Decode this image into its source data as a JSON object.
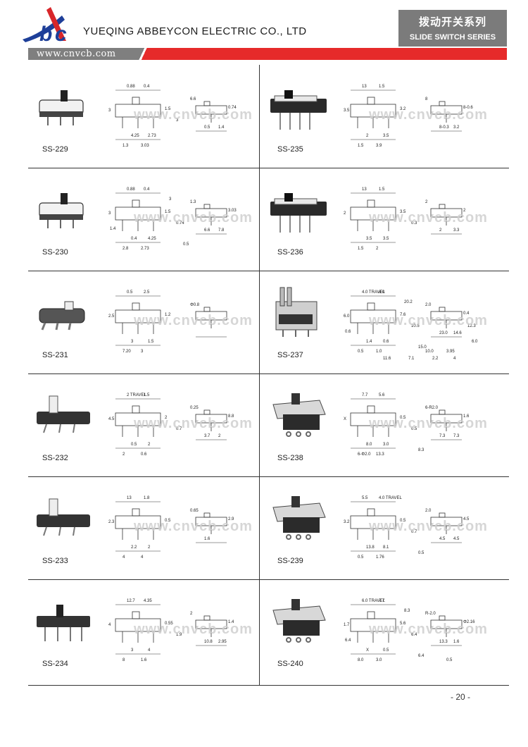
{
  "header": {
    "logo_text": "Abc",
    "company": "YUEQING ABBEYCON ELECTRIC CO., LTD",
    "series_cn": "拨动开关系列",
    "series_en": "SLIDE SWITCH SERIES",
    "website": "www.cnvcb.com"
  },
  "watermark": "www.cnvcb.com",
  "products": [
    {
      "id": "SS-229",
      "dims": [
        "0.88",
        "0.4",
        "3",
        "1.5",
        "4.25",
        "2.73",
        "1.3",
        "3.03",
        "6.6",
        "0.74",
        "0.5",
        "1.4",
        "3"
      ]
    },
    {
      "id": "SS-235",
      "dims": [
        "13",
        "1.5",
        "3.5",
        "3.2",
        "2",
        "3.5",
        "1.5",
        "3.9",
        "8",
        "8-0.6",
        "8-0.3",
        "3.2"
      ]
    },
    {
      "id": "SS-230",
      "dims": [
        "0.88",
        "0.4",
        "3",
        "1.5",
        "0.4",
        "4.25",
        "2.8",
        "2.73",
        "1.3",
        "3.03",
        "6.6",
        "7.8",
        "0.74",
        "0.5",
        "1.4",
        "3"
      ]
    },
    {
      "id": "SS-236",
      "dims": [
        "13",
        "1.5",
        "2",
        "3.5",
        "3.5",
        "3.5",
        "1.5",
        "2",
        "2",
        "2",
        "2",
        "3.3",
        "0.3"
      ]
    },
    {
      "id": "SS-231",
      "dims": [
        "0.5",
        "2.5",
        "2.5",
        "1.2",
        "3",
        "1.5",
        "7.20",
        "3",
        "Φ0.8"
      ]
    },
    {
      "id": "SS-237",
      "dims": [
        "4.0 TRAVEL",
        "8.0",
        "6.0",
        "7.6",
        "1.4",
        "0.6",
        "0.5",
        "1.0",
        "2.0",
        "0.4",
        "23.0",
        "14.6",
        "10.5",
        "15.0",
        "0.6",
        "20.2",
        "3.95",
        "12.3",
        "10.0",
        "6.0",
        "11.6",
        "7.1",
        "2.2",
        "4"
      ]
    },
    {
      "id": "SS-232",
      "dims": [
        "2 TRAVEL",
        "1.5",
        "4.5",
        "2",
        "0.5",
        "2",
        "2",
        "0.6",
        "0.25",
        "8.8",
        "3.7",
        "2",
        "0.7"
      ]
    },
    {
      "id": "SS-238",
      "dims": [
        "7.7",
        "5.6",
        "X",
        "0.5",
        "8.0",
        "3.0",
        "6-Φ2.0",
        "13.3",
        "6-R2.0",
        "1.6",
        "7.3",
        "7.3",
        "0.5",
        "8.3"
      ]
    },
    {
      "id": "SS-233",
      "dims": [
        "13",
        "1.8",
        "2.3",
        "0.5",
        "2.2",
        "2",
        "4",
        "4",
        "0.65",
        "2.9",
        "1.6"
      ]
    },
    {
      "id": "SS-239",
      "dims": [
        "5.5",
        "4.0 TRAVEL",
        "3.2",
        "0.5",
        "13.8",
        "8.1",
        "0.5",
        "1.76",
        "2.0",
        "4.5",
        "4.5",
        "4.5",
        "0.7",
        "0.5"
      ]
    },
    {
      "id": "SS-234",
      "dims": [
        "12.7",
        "4.35",
        "4",
        "0.55",
        "3",
        "4",
        "8",
        "1.6",
        "2",
        "1.4",
        "10.8",
        "2.95",
        "1.9"
      ]
    },
    {
      "id": "SS-240",
      "dims": [
        "6.0 TRAVEL",
        "7.7",
        "1.7",
        "5.6",
        "X",
        "0.5",
        "8.0",
        "3.0",
        "R-2.0",
        "Φ2.16",
        "13.3",
        "1.6",
        "6.4",
        "6.4",
        "6.4",
        "8.3",
        "0.5"
      ]
    }
  ],
  "page_number": "- 20 -"
}
